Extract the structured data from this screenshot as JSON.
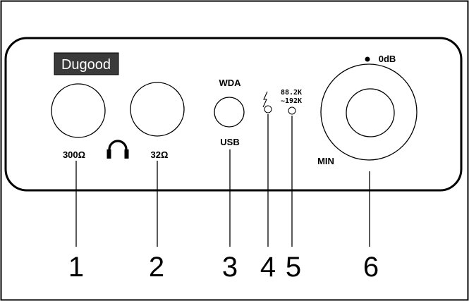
{
  "logo": {
    "text": "Dugood"
  },
  "jacks": {
    "jack_300": {
      "label": "300Ω"
    },
    "jack_32": {
      "label": "32Ω"
    }
  },
  "input_selector": {
    "top_label": "WDA",
    "bottom_label": "USB"
  },
  "indicators": {
    "power_icon": "lightning-bolt-icon",
    "sample_rate_line1": "88.2K",
    "sample_rate_line2": "~192K"
  },
  "volume": {
    "max_label": "0dB",
    "min_label": "MIN"
  },
  "callouts": [
    "1",
    "2",
    "3",
    "4",
    "5",
    "6"
  ]
}
